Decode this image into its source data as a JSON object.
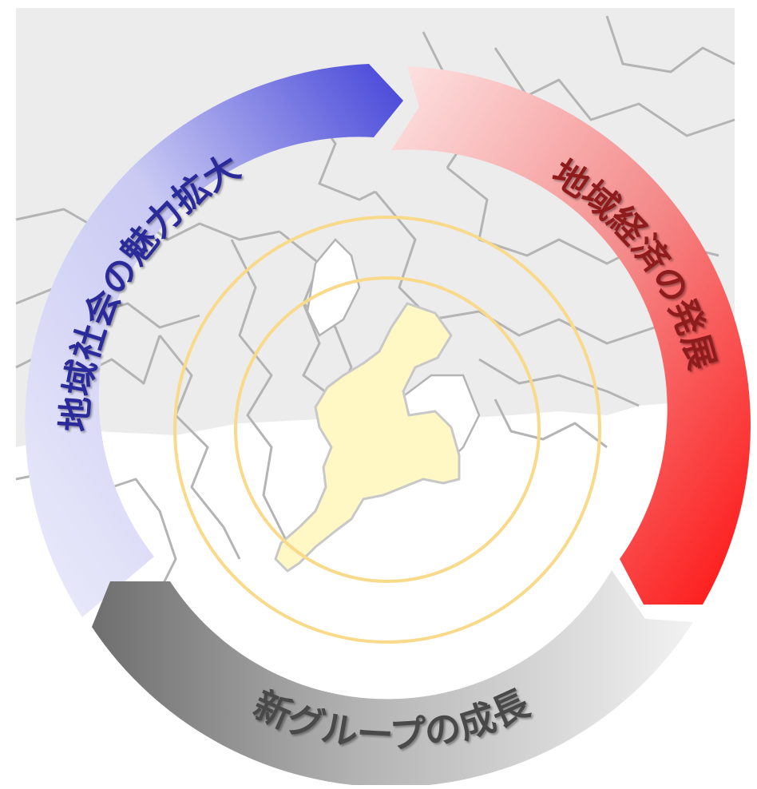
{
  "cycle": {
    "segments": [
      {
        "label": "地域社会の魅力拡大",
        "color_from": "#e4e4fa",
        "color_to": "#4b4bdc",
        "text_color": "#2a2a9a"
      },
      {
        "label": "地域経済の発展",
        "color_from": "#fde0e0",
        "color_to": "#ff1a1a",
        "text_color": "#8e1d1d"
      },
      {
        "label": "新グループの成長",
        "color_from": "#7a7a7a",
        "color_to": "#ececec",
        "text_color": "#4a4a4a"
      }
    ]
  },
  "map": {
    "highlight_region_color": "#fff8c4",
    "region_fill": "#ececec",
    "border_color": "#b4b4b4",
    "ring_color": "#f9d98a"
  }
}
